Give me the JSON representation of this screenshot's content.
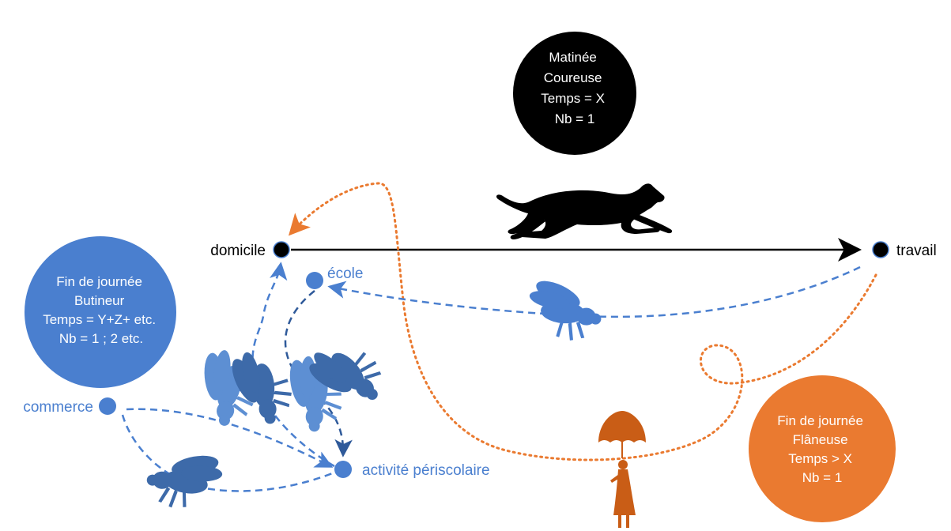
{
  "nodes": {
    "domicile": {
      "label": "domicile"
    },
    "travail": {
      "label": "travail"
    },
    "ecole": {
      "label": "école"
    },
    "commerce": {
      "label": "commerce"
    },
    "activite": {
      "label": "activité périscolaire"
    }
  },
  "profiles": {
    "coureuse": {
      "lines": [
        "Matinée",
        "Coureuse",
        "Temps = X",
        "Nb = 1"
      ],
      "color": "#000000"
    },
    "butineur": {
      "lines": [
        "Fin de journée",
        "Butineur",
        "Temps = Y+Z+ etc.",
        "Nb = 1 ; 2 etc."
      ],
      "color": "#4a7fcf"
    },
    "flaneuse": {
      "lines": [
        "Fin de journée",
        "Flâneuse",
        "Temps > X",
        "Nb = 1"
      ],
      "color": "#ea7a30"
    }
  },
  "colors": {
    "black": "#000000",
    "blue": "#4a7fcf",
    "blue_dark": "#3d6aa9",
    "blue_light": "#5d8fd3",
    "orange": "#ea7a30",
    "orange_dark": "#c95d16"
  },
  "icons": [
    "greyhound-icon",
    "bee-icon",
    "umbrella-walker-icon"
  ]
}
